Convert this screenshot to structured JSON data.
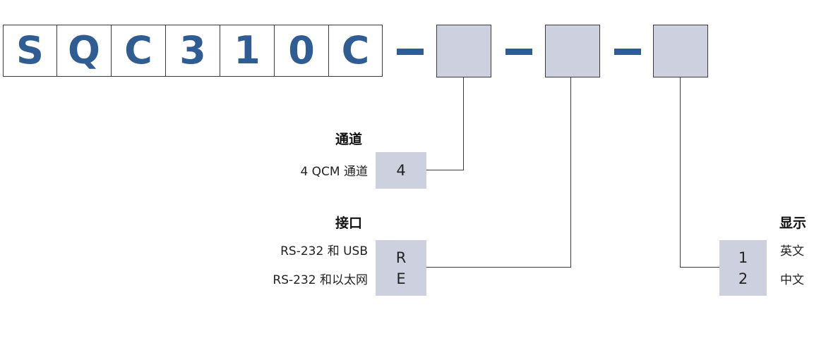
{
  "model_code": {
    "characters": [
      "S",
      "Q",
      "C",
      "3",
      "1",
      "0",
      "C"
    ]
  },
  "separators": [
    "-",
    "-",
    "-"
  ],
  "groups": {
    "channels": {
      "heading": "通道",
      "options": [
        {
          "label": "4 QCM 通道",
          "code": "4"
        }
      ]
    },
    "interface": {
      "heading": "接口",
      "options": [
        {
          "label": "RS-232 和 USB",
          "code": "R"
        },
        {
          "label": "RS-232 和以太网",
          "code": "E"
        }
      ]
    },
    "display": {
      "heading": "显示",
      "options": [
        {
          "label": "英文",
          "code": "1"
        },
        {
          "label": "中文",
          "code": "2"
        }
      ]
    }
  },
  "colors": {
    "code_text": "#2f5d93",
    "option_fill": "#cdd0de",
    "line": "#3a3a3a"
  }
}
